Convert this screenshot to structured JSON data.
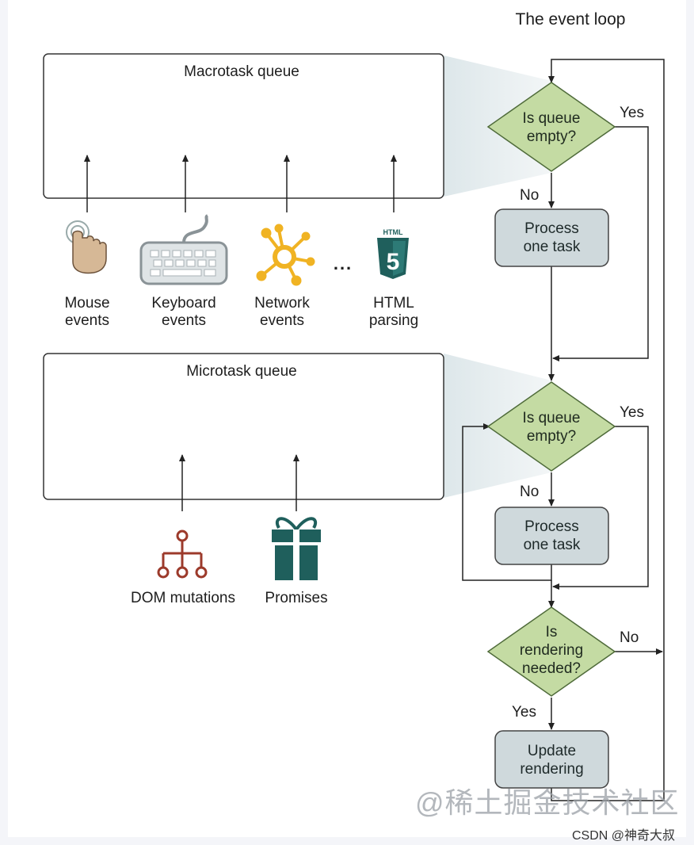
{
  "diagram": {
    "title": "The event loop",
    "macrotask_queue": {
      "label": "Macrotask queue",
      "sources": [
        {
          "line1": "Mouse",
          "line2": "events",
          "icon": "mouse-pointer-icon"
        },
        {
          "line1": "Keyboard",
          "line2": "events",
          "icon": "keyboard-icon"
        },
        {
          "line1": "Network",
          "line2": "events",
          "icon": "network-icon"
        },
        {
          "line1": "HTML",
          "line2": "parsing",
          "icon": "html5-icon"
        }
      ],
      "ellipsis": "..."
    },
    "microtask_queue": {
      "label": "Microtask queue",
      "sources": [
        {
          "label": "DOM mutations",
          "icon": "dom-tree-icon"
        },
        {
          "label": "Promises",
          "icon": "gift-icon"
        }
      ]
    },
    "flow": {
      "decision1": {
        "line1": "Is queue",
        "line2": "empty?"
      },
      "yes1": "Yes",
      "no1": "No",
      "process1": {
        "line1": "Process",
        "line2": "one task"
      },
      "decision2": {
        "line1": "Is queue",
        "line2": "empty?"
      },
      "yes2": "Yes",
      "no2": "No",
      "process2": {
        "line1": "Process",
        "line2": "one task"
      },
      "decision3": {
        "line1": "Is",
        "line2": "rendering",
        "line3": "needed?"
      },
      "no3": "No",
      "yes3": "Yes",
      "process3": {
        "line1": "Update",
        "line2": "rendering"
      }
    },
    "colors": {
      "diamond_fill": "#c4dba3",
      "process_fill": "#cfd9dc",
      "html5": "#1f5f5c",
      "network": "#f0b323",
      "dom": "#9c3a2b",
      "gift": "#1f5f5c"
    }
  },
  "watermarks": {
    "juejin": "@稀土掘金技术社区",
    "csdn": "CSDN @神奇大叔"
  }
}
